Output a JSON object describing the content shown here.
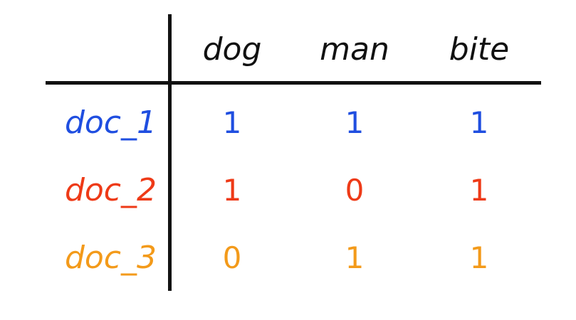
{
  "colors": {
    "doc_1": "#1f4ee0",
    "doc_2": "#ee3a17",
    "doc_3": "#f39a1a",
    "rule": "#111111"
  },
  "table": {
    "columns": [
      "dog",
      "man",
      "bite"
    ],
    "rows": [
      {
        "label": "doc_1",
        "values": [
          "1",
          "1",
          "1"
        ]
      },
      {
        "label": "doc_2",
        "values": [
          "1",
          "0",
          "1"
        ]
      },
      {
        "label": "doc_3",
        "values": [
          "0",
          "1",
          "1"
        ]
      }
    ]
  }
}
